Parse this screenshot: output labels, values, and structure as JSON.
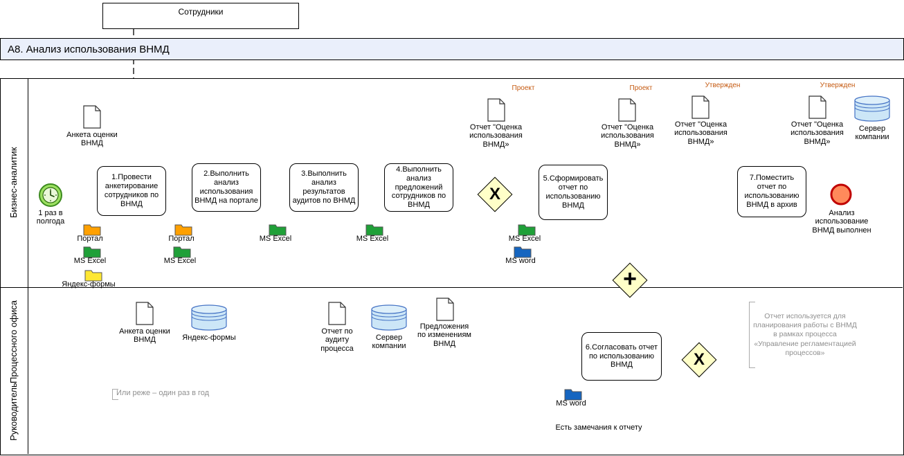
{
  "external_entity": {
    "label": "Сотрудники"
  },
  "title": "А8. Анализ использования ВНМД",
  "lanes": {
    "analyst": "Бизнес-аналитик",
    "head_line1": "Руководитель",
    "head_line2": "Процессного офиса"
  },
  "events": {
    "start_label": "1 раз в полгода",
    "end_label": "Анализ использование ВНМД выполнен"
  },
  "tasks": {
    "t1": "1.Провести анкетирование сотрудников по ВНМД",
    "t2": "2.Выполнить анализ использования ВНМД на портале",
    "t3": "3.Выполнить анализ результатов аудитов по ВНМД",
    "t4": "4.Выполнить анализ предложений сотрудников по ВНМД",
    "t5": "5.Сформировать отчет по использованию ВНМД",
    "t6": "6.Согласовать отчет по использованию ВНМД",
    "t7": "7.Поместить отчет по использованию ВНМД в архив"
  },
  "gateways": {
    "xor1": "X",
    "plus": "+",
    "xor2": "X"
  },
  "documents": {
    "survey_top": "Анкета оценки ВНМД",
    "report_label": "Отчет \"Оценка использования ВНМД»",
    "tag_draft": "Проект",
    "tag_approved": "Утвержден",
    "survey_lane2": "Анкета оценки ВНМД",
    "audit": "Отчет по аудиту процесса",
    "proposals": "Предложения по изменениям ВНМД"
  },
  "datastores": {
    "company_server": "Сервер компании",
    "yandex_forms": "Яндекс-формы"
  },
  "folders": {
    "portal": "Портал",
    "excel": "MS Excel",
    "yandex_forms": "Яндекс-формы",
    "word": "MS word"
  },
  "notes": {
    "frequency": "Или реже – один раз в год",
    "usage": "Отчет используется для планирования работы с ВНМД в рамках процесса «Управление регламентацией процессов»"
  },
  "flow_labels": {
    "remarks": "Есть замечания к отчету"
  },
  "colors": {
    "portal_folder": "#FFA000",
    "excel_folder": "#1FA038",
    "yandex_folder": "#FFE733",
    "word_folder": "#1565C0",
    "gateway_fill": "#FFFFC8",
    "start_fill": "#9BE060",
    "end_fill": "#FF8A5B",
    "db_fill": "#CCE6F7",
    "db_top": "#DDEFFA",
    "tag_text": "#C55A11"
  }
}
